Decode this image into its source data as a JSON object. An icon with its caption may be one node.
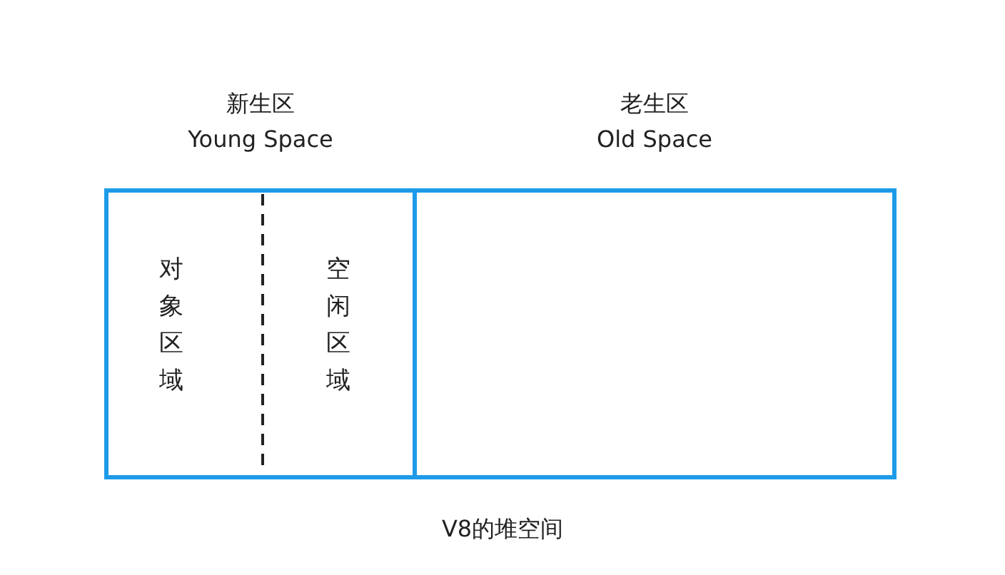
{
  "diagram": {
    "caption": "V8的堆空间",
    "nodes": [
      {
        "text": [
          "新生区",
          "Young Space"
        ]
      },
      {
        "text": [
          "老生区",
          "Old Space"
        ]
      },
      {
        "text": [
          "对象区域"
        ],
        "in": 0
      },
      {
        "text": [
          "空闲区域"
        ],
        "in": 0
      }
    ]
  }
}
